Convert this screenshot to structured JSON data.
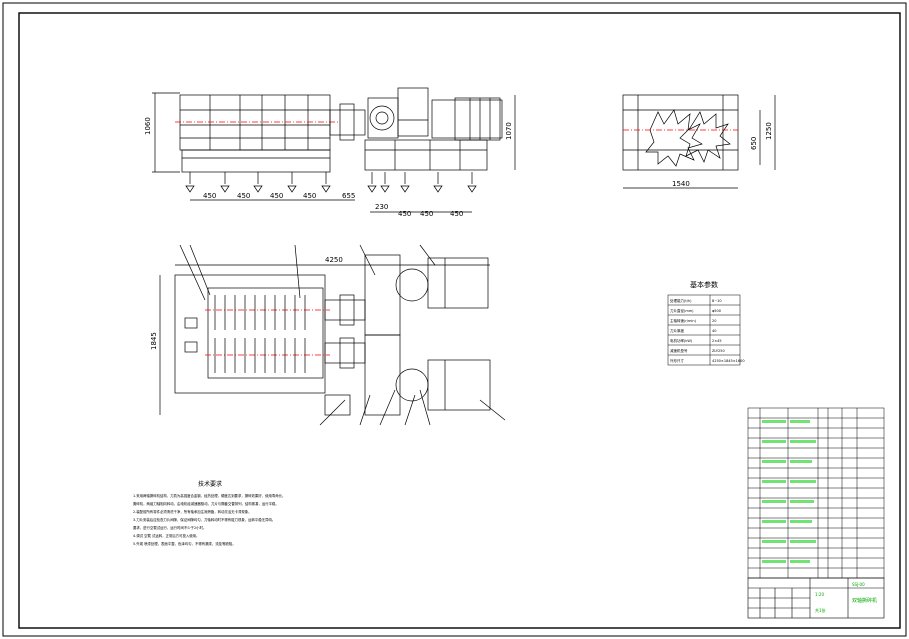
{
  "drawing": {
    "front_view": {
      "height_label": "1060",
      "body_height_label": "1070",
      "bottom_dims": [
        "450",
        "450",
        "450",
        "450",
        "655",
        "230",
        "450",
        "450",
        "450"
      ]
    },
    "top_view": {
      "overall_width_label": "4250",
      "overall_height_label": "1845"
    },
    "side_view": {
      "width_label": "1540",
      "height_label": "1250",
      "inner_height_label": "650"
    },
    "tech_notes": {
      "title": "技术要求",
      "lines": [
        "1.采用两轴撕碎机结构，刀具为高强度合金钢，经热处理，硬度达到要求，撕碎效果好，使用寿命长。",
        "撕碎机，两组刀轴相向转动，由电机经减速器驱动，刀片与隔套交替排列，结构紧凑，运行平稳。",
        "2.装配前所有零件必须清洗干净，所有轴承加注润滑脂，转动灵活无卡滞现象。",
        "3.刀片安装后应检查刀片间隙，保证间隙均匀，刀轴转动时不得有碰刀现象，运转平稳无异响。",
        "要求，进行空载试运行，运行时间不少于2小时。",
        "4.调试 空载 试运转，正常后方可投入使用。",
        "5.外观 喷漆处理，表面平整，色泽均匀，不得有漏漆、流挂等缺陷。"
      ]
    },
    "params_table": {
      "title": "基本参数",
      "rows": [
        [
          "处理能力(t/h)",
          "8~10"
        ],
        [
          "刀片直径(mm)",
          "φ500"
        ],
        [
          "主轴转速(r/min)",
          "20"
        ],
        [
          "刀片厚度",
          "40"
        ],
        [
          "电机功率(kW)",
          "2×45"
        ],
        [
          "减速机型号",
          "ZLY250"
        ],
        [
          "外形尺寸",
          "4250×1845×1600"
        ]
      ]
    },
    "title_block": {
      "title": "双轴撕碎机",
      "scale": "1:20",
      "sheet": "共1张",
      "drawing_no": "SSJ-00"
    },
    "colors": {
      "lines": "#000000",
      "hidden": "#ff0000",
      "annotation": "#00cc00"
    }
  }
}
